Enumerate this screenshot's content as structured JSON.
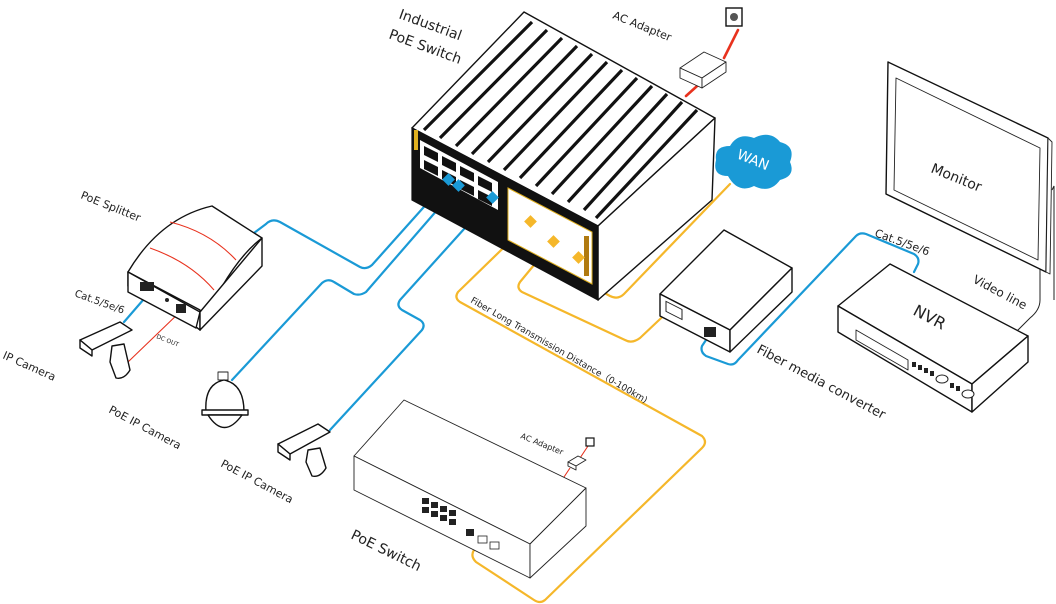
{
  "diagram": {
    "title": "Industrial PoE Switch network topology",
    "colors": {
      "ethernet": "#1a9ad6",
      "fiber": "#f5b72a",
      "power": "#e8321e",
      "wan_cloud": "#1a9ad6",
      "device_outline": "#111111"
    },
    "labels": {
      "industrial_switch_line1": "Industrial",
      "industrial_switch_line2": "PoE Switch",
      "ac_adapter_top": "AC Adapter",
      "wan": "WAN",
      "monitor": "Monitor",
      "cat_right": "Cat.5/5e/6",
      "video_line": "Video line",
      "nvr": "NVR",
      "fiber_media_converter": "Fiber media converter",
      "fiber_distance": "Fiber Long Transmission Distance（0-100km)",
      "poe_splitter": "PoE Splitter",
      "cat_left": "Cat.5/5e/6",
      "dc_out": "DC OUT",
      "ip_camera": "IP Camera",
      "poe_ip_camera_1": "PoE IP Camera",
      "poe_ip_camera_2": "PoE IP Camera",
      "ac_adapter_bottom": "AC Adapter",
      "poe_switch": "PoE Switch"
    },
    "nodes": [
      {
        "id": "industrial-poe-switch",
        "label": "Industrial PoE Switch",
        "rj45_ports": 8,
        "sfp_ports": 3
      },
      {
        "id": "ac-adapter-top",
        "label": "AC Adapter"
      },
      {
        "id": "wan",
        "label": "WAN"
      },
      {
        "id": "fiber-media-converter",
        "label": "Fiber media converter"
      },
      {
        "id": "nvr",
        "label": "NVR"
      },
      {
        "id": "monitor",
        "label": "Monitor"
      },
      {
        "id": "poe-splitter",
        "label": "PoE Splitter"
      },
      {
        "id": "ip-camera",
        "label": "IP Camera"
      },
      {
        "id": "poe-dome-camera",
        "label": "PoE IP Camera"
      },
      {
        "id": "poe-bullet-camera",
        "label": "PoE IP Camera"
      },
      {
        "id": "poe-switch",
        "label": "PoE Switch",
        "rj45_ports": 8
      },
      {
        "id": "ac-adapter-bottom",
        "label": "AC Adapter"
      }
    ],
    "edges": [
      {
        "from": "industrial-poe-switch",
        "to": "poe-splitter",
        "type": "ethernet"
      },
      {
        "from": "industrial-poe-switch",
        "to": "poe-dome-camera",
        "type": "ethernet"
      },
      {
        "from": "industrial-poe-switch",
        "to": "poe-bullet-camera",
        "type": "ethernet"
      },
      {
        "from": "poe-splitter",
        "to": "ip-camera",
        "type": "ethernet",
        "label": "Cat.5/5e/6"
      },
      {
        "from": "poe-splitter",
        "to": "ip-camera",
        "type": "power",
        "label": "DC OUT"
      },
      {
        "from": "industrial-poe-switch",
        "to": "poe-switch",
        "type": "fiber",
        "label": "Fiber Long Transmission Distance（0-100km)"
      },
      {
        "from": "industrial-poe-switch",
        "to": "fiber-media-converter",
        "type": "fiber"
      },
      {
        "from": "industrial-poe-switch",
        "to": "wan",
        "type": "fiber"
      },
      {
        "from": "fiber-media-converter",
        "to": "nvr",
        "type": "ethernet",
        "label": "Cat.5/5e/6"
      },
      {
        "from": "nvr",
        "to": "monitor",
        "type": "video",
        "label": "Video line"
      },
      {
        "from": "ac-adapter-top",
        "to": "industrial-poe-switch",
        "type": "power"
      },
      {
        "from": "ac-adapter-bottom",
        "to": "poe-switch",
        "type": "power"
      }
    ]
  }
}
